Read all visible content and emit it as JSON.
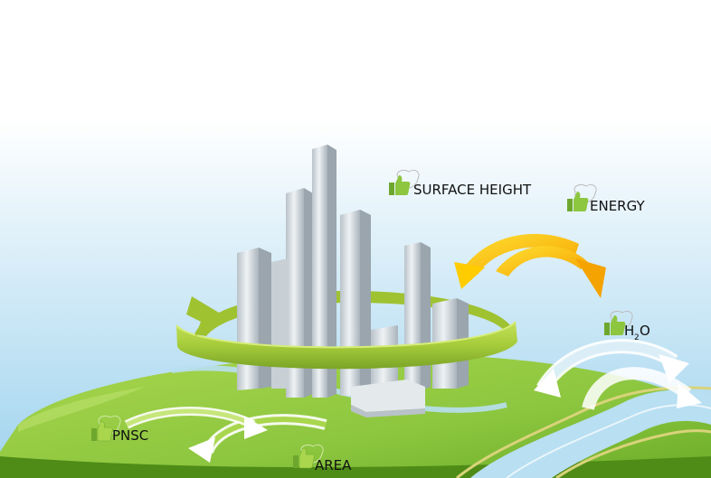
{
  "labels": {
    "surface_height": "SURFACE HEIGHT",
    "energy": "ENERGY",
    "h2o_main": "H",
    "h2o_sub": "2",
    "h2o_end": "O",
    "pnsc": "PNSC",
    "area": "AREA"
  },
  "icons": {
    "label_marker": "thumbs-up-icon",
    "label_decoration": "apple-outline-icon"
  },
  "colors": {
    "sky_top": "#ffffff",
    "sky_bottom": "#9fd3ee",
    "grass": "#8cc63f",
    "grass_dark": "#5e9e1f",
    "ring": "#a6cc3a",
    "ring_dark": "#7ba428",
    "river": "#b8dff2",
    "arrow_yellow": "#ffcc00",
    "arrow_orange": "#f5a300",
    "building": "#d7dde2",
    "building_shade": "#9aa5ae",
    "thumb": "#8dc63f"
  }
}
